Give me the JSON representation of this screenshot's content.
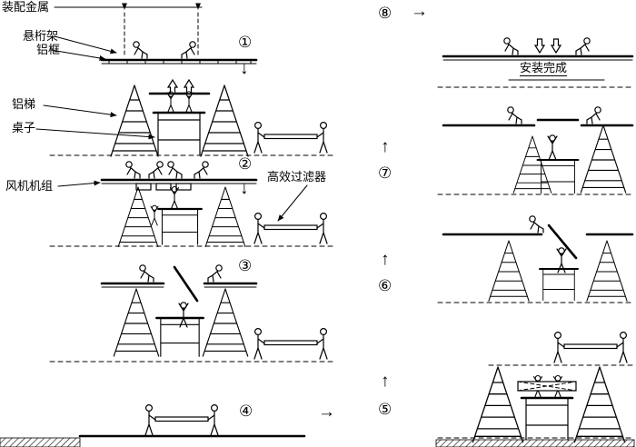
{
  "labels": {
    "assembly_metal": "装配金属",
    "suspension_truss": "悬桁架",
    "aluminum_frame": "铝框",
    "aluminum_ladder": "铝梯",
    "table": "桌子",
    "fan_unit": "风机机组",
    "hepa_filter": "高效过滤器",
    "installation_complete": "安装完成"
  },
  "steps": {
    "s1": "①",
    "s2": "②",
    "s3": "③",
    "s4": "④",
    "s5": "⑤",
    "s6": "⑥",
    "s7": "⑦",
    "s8": "⑧"
  },
  "arrows": {
    "down": "↓",
    "up": "↑",
    "right": "→"
  },
  "colors": {
    "ink": "#000000",
    "background": "#ffffff"
  }
}
